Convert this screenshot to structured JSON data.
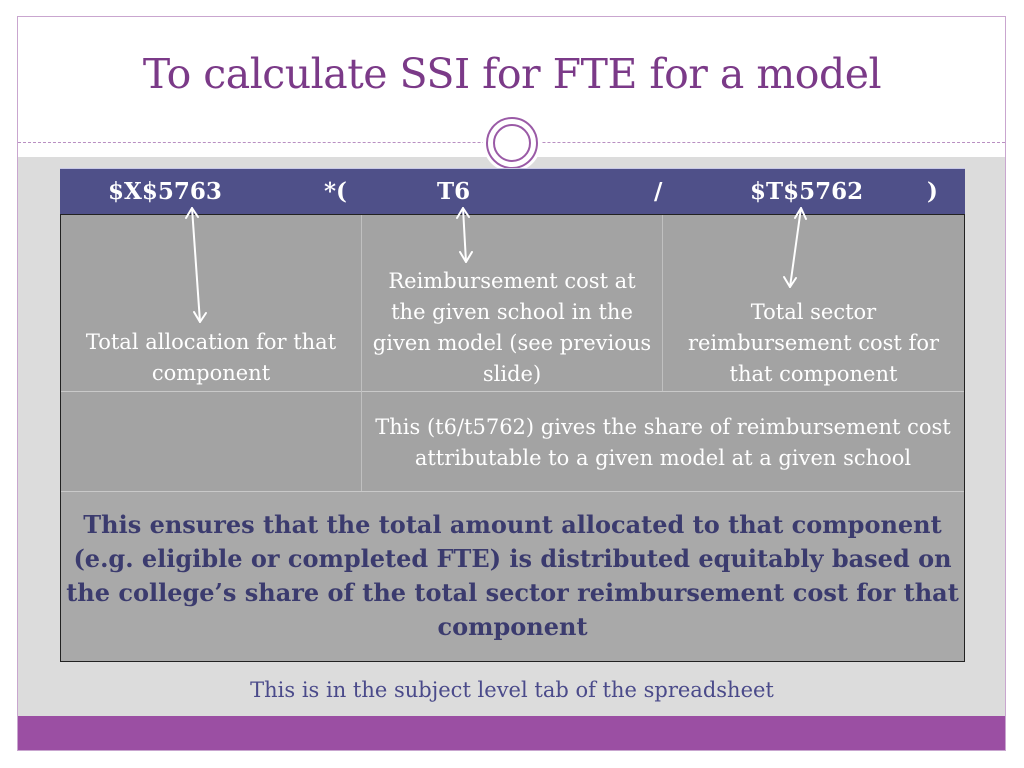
{
  "slide": {
    "title": "To calculate SSI for FTE for a model",
    "formula": {
      "part1": "$X$5763",
      "part2": "*(",
      "part3": "T6",
      "part4": "/",
      "part5": "$T$5762",
      "part6": ")"
    },
    "cells": {
      "col1": "Total allocation for that component",
      "col2": "Reimbursement cost at the given school in the given model (see previous slide)",
      "col3": "Total sector reimbursement cost for that component",
      "row2_note": "This (t6/t5762) gives the share of reimbursement cost attributable to a given model at a given school"
    },
    "summary": "This ensures that the total amount allocated to that component (e.g. eligible or completed FTE) is distributed equitably based on the college’s share of the total sector reimbursement cost for that component",
    "footnote": "This is in the subject level tab of the spreadsheet"
  },
  "colors": {
    "title": "#7b3a88",
    "formula_bar": "#4f5089",
    "cell_bg": "#a3a3a3",
    "summary_text": "#3b3b6e",
    "bottom_bar": "#9b4fa3"
  },
  "icons": [
    "circle-ornament-icon",
    "up-arrow-icon"
  ]
}
